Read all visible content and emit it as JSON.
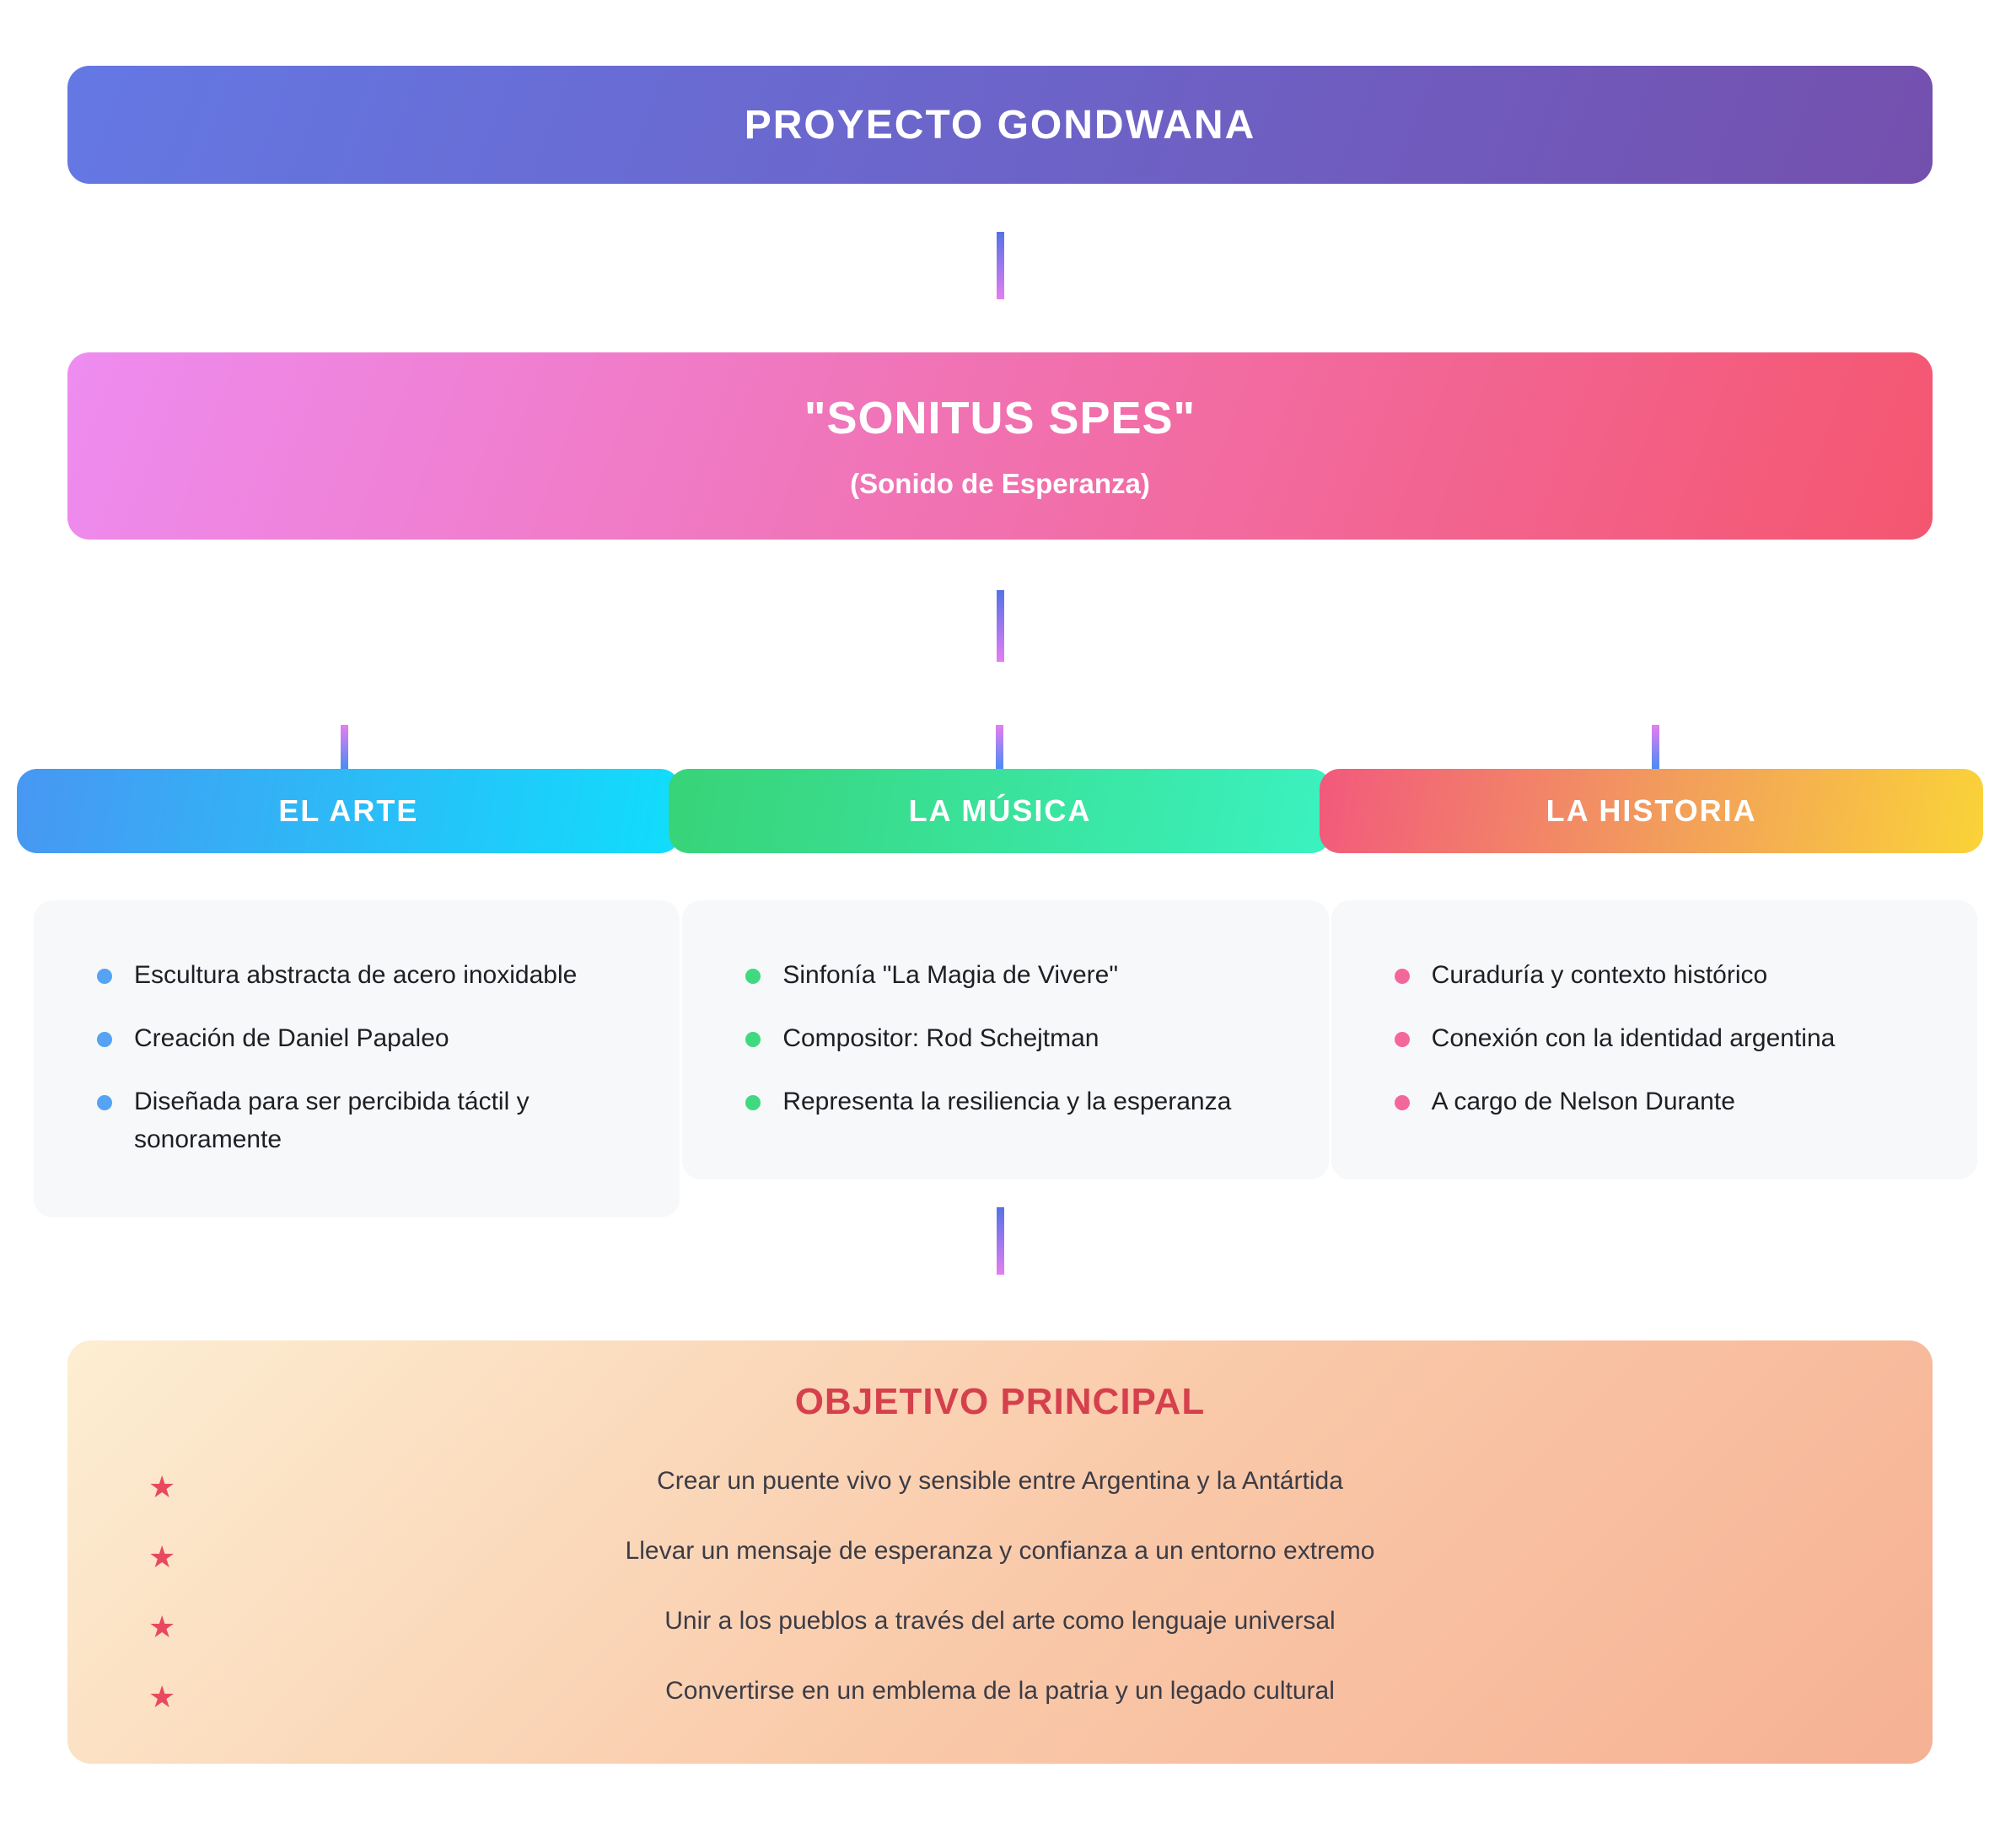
{
  "page": {
    "root_banner": {
      "title": "PROYECTO GONDWANA"
    },
    "project_banner": {
      "title": "\"SONITUS SPES\"",
      "subtitle": "(Sonido de Esperanza)"
    },
    "branches": [
      {
        "label": "EL ARTE",
        "accent_color": "#55a3f2",
        "header_gradient": [
          "#4897f2",
          "#10defc"
        ],
        "items": [
          "Escultura abstracta de acero inoxidable",
          "Creación de Daniel Papaleo",
          "Diseñada para ser percibida táctil y sonoramente"
        ]
      },
      {
        "label": "LA MÚSICA",
        "accent_color": "#3fd97f",
        "header_gradient": [
          "#38d377",
          "#3bf2c0"
        ],
        "items": [
          "Sinfonía \"La Magia de Vivere\"",
          "Compositor: Rod Schejtman",
          "Representa la resiliencia y la esperanza"
        ]
      },
      {
        "label": "LA HISTORIA",
        "accent_color": "#f4679b",
        "header_gradient": [
          "#f2597c",
          "#f29a5e",
          "#fad338"
        ],
        "items": [
          "Curaduría y contexto histórico",
          "Conexión con la identidad argentina",
          "A cargo de Nelson Durante"
        ]
      }
    ],
    "objective": {
      "title": "OBJETIVO PRINCIPAL",
      "title_color": "#d6404d",
      "star_icon": "★",
      "star_color": "#e8495f",
      "items": [
        "Crear un puente vivo y sensible entre Argentina y la Antártida",
        "Llevar un mensaje de esperanza y confianza a un entorno extremo",
        "Unir a los pueblos a través del arte como lenguaje universal",
        "Convertirse en un emblema de la patria y un legado cultural"
      ]
    },
    "colors": {
      "root_banner_gradient": [
        "#6478e4",
        "#7450ae"
      ],
      "project_banner_gradient": [
        "#ee8cf0",
        "#f4566f"
      ],
      "connector_gradient": [
        "#5472e8",
        "#e57df2"
      ],
      "card_background": "#f7f8fa",
      "objective_gradient": [
        "#fdeed2",
        "#f6b193"
      ]
    }
  }
}
